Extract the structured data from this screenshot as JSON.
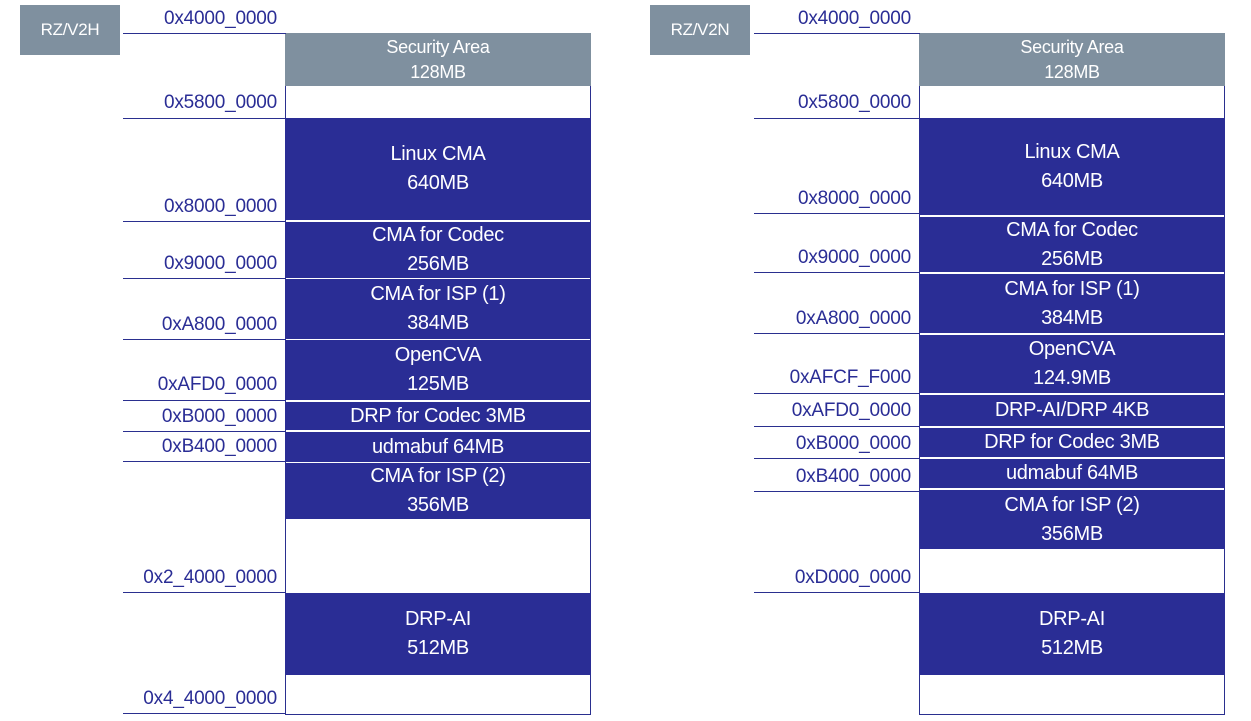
{
  "colors": {
    "block": "#2a2d95",
    "security": "#7f909f",
    "address_text": "#2a2d95",
    "line": "#2a2f8f"
  },
  "maps": [
    {
      "chip": "RZ/V2H",
      "addresses": [
        "0x4000_0000",
        "0x5800_0000",
        "0x8000_0000",
        "0x9000_0000",
        "0xA800_0000",
        "0xAFD0_0000",
        "0xB000_0000",
        "0xB400_0000",
        "0x2_4000_0000",
        "0x4_4000_0000"
      ],
      "blocks": [
        {
          "kind": "grey",
          "lines": [
            "Security Area",
            "128MB"
          ]
        },
        {
          "kind": "dark",
          "lines": [
            "Linux CMA",
            "640MB"
          ]
        },
        {
          "kind": "dark",
          "lines": [
            "CMA for Codec",
            "256MB"
          ]
        },
        {
          "kind": "dark",
          "lines": [
            "CMA for ISP (1)",
            "384MB"
          ]
        },
        {
          "kind": "dark",
          "lines": [
            "OpenCVA",
            "125MB"
          ]
        },
        {
          "kind": "dark",
          "lines": [
            "DRP for Codec 3MB"
          ]
        },
        {
          "kind": "dark",
          "lines": [
            "udmabuf 64MB"
          ]
        },
        {
          "kind": "dark",
          "lines": [
            "CMA for ISP (2)",
            "356MB"
          ]
        },
        {
          "kind": "dark",
          "lines": [
            "DRP-AI",
            "512MB"
          ]
        }
      ]
    },
    {
      "chip": "RZ/V2N",
      "addresses": [
        "0x4000_0000",
        "0x5800_0000",
        "0x8000_0000",
        "0x9000_0000",
        "0xA800_0000",
        "0xAFCF_F000",
        "0xAFD0_0000",
        "0xB000_0000",
        "0xB400_0000",
        "0xD000_0000"
      ],
      "blocks": [
        {
          "kind": "grey",
          "lines": [
            "Security Area",
            "128MB"
          ]
        },
        {
          "kind": "dark",
          "lines": [
            "Linux CMA",
            "640MB"
          ]
        },
        {
          "kind": "dark",
          "lines": [
            "CMA for Codec",
            "256MB"
          ]
        },
        {
          "kind": "dark",
          "lines": [
            "CMA for ISP (1)",
            "384MB"
          ]
        },
        {
          "kind": "dark",
          "lines": [
            "OpenCVA",
            "124.9MB"
          ]
        },
        {
          "kind": "dark",
          "lines": [
            "DRP-AI/DRP 4KB"
          ]
        },
        {
          "kind": "dark",
          "lines": [
            "DRP for Codec 3MB"
          ]
        },
        {
          "kind": "dark",
          "lines": [
            "udmabuf 64MB"
          ]
        },
        {
          "kind": "dark",
          "lines": [
            "CMA for ISP (2)",
            "356MB"
          ]
        },
        {
          "kind": "dark",
          "lines": [
            "DRP-AI",
            "512MB"
          ]
        }
      ]
    }
  ]
}
